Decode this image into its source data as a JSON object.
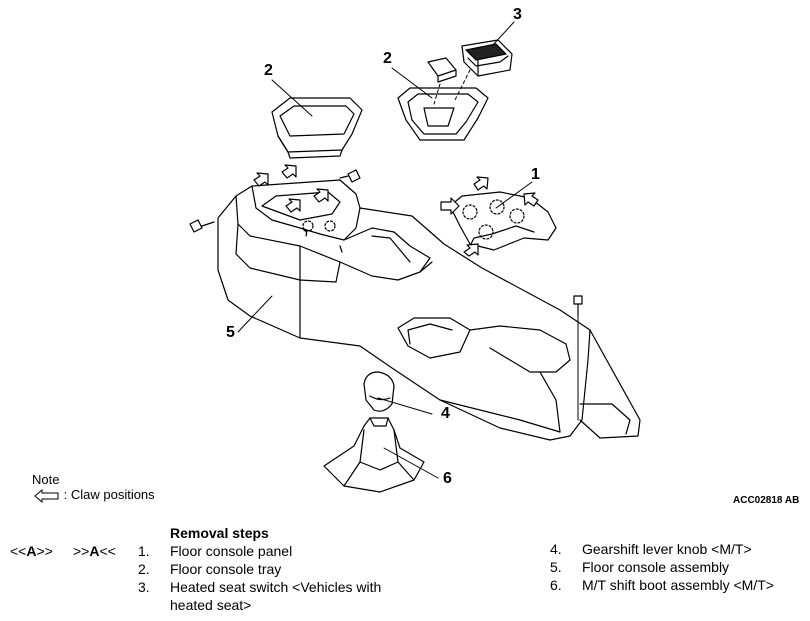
{
  "callouts": {
    "c1": "1",
    "c2a": "2",
    "c2b": "2",
    "c3": "3",
    "c4": "4",
    "c5": "5",
    "c6": "6"
  },
  "note": {
    "title": "Note",
    "claw_text": ": Claw positions"
  },
  "figure_code": "ACC02818 AB",
  "removal": {
    "title": "Removal steps",
    "ref_a_prefix": "<<",
    "ref_a_letter": "A",
    "ref_a_suffix": ">>",
    "ref_b_prefix": ">>",
    "ref_b_letter": "A",
    "ref_b_suffix": "<<",
    "left_steps": [
      {
        "num": "1.",
        "text": "Floor console panel"
      },
      {
        "num": "2.",
        "text": "Floor console tray"
      },
      {
        "num": "3.",
        "text": "Heated seat switch <Vehicles with"
      },
      {
        "num": "",
        "text": "heated seat>"
      }
    ],
    "right_steps": [
      {
        "num": "4.",
        "text": "Gearshift lever knob <M/T>"
      },
      {
        "num": "5.",
        "text": "Floor console assembly"
      },
      {
        "num": "6.",
        "text": "M/T shift boot assembly <M/T>"
      }
    ]
  }
}
